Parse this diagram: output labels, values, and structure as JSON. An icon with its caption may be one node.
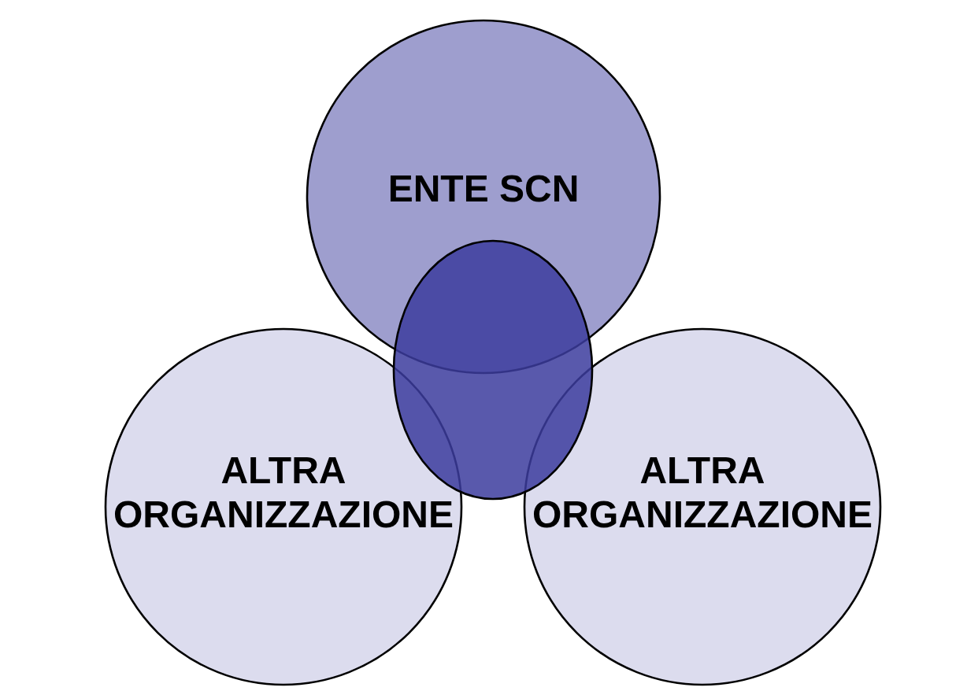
{
  "diagram": {
    "nodes": [
      {
        "text": [
          "ENTE SCN"
        ]
      },
      {
        "text": [
          "ALTRA ORGANIZZAZIONE"
        ]
      },
      {
        "text": [
          "ALTRA ORGANIZZAZIONE"
        ]
      },
      {
        "text": [],
        "shape": "ellipse"
      }
    ]
  }
}
